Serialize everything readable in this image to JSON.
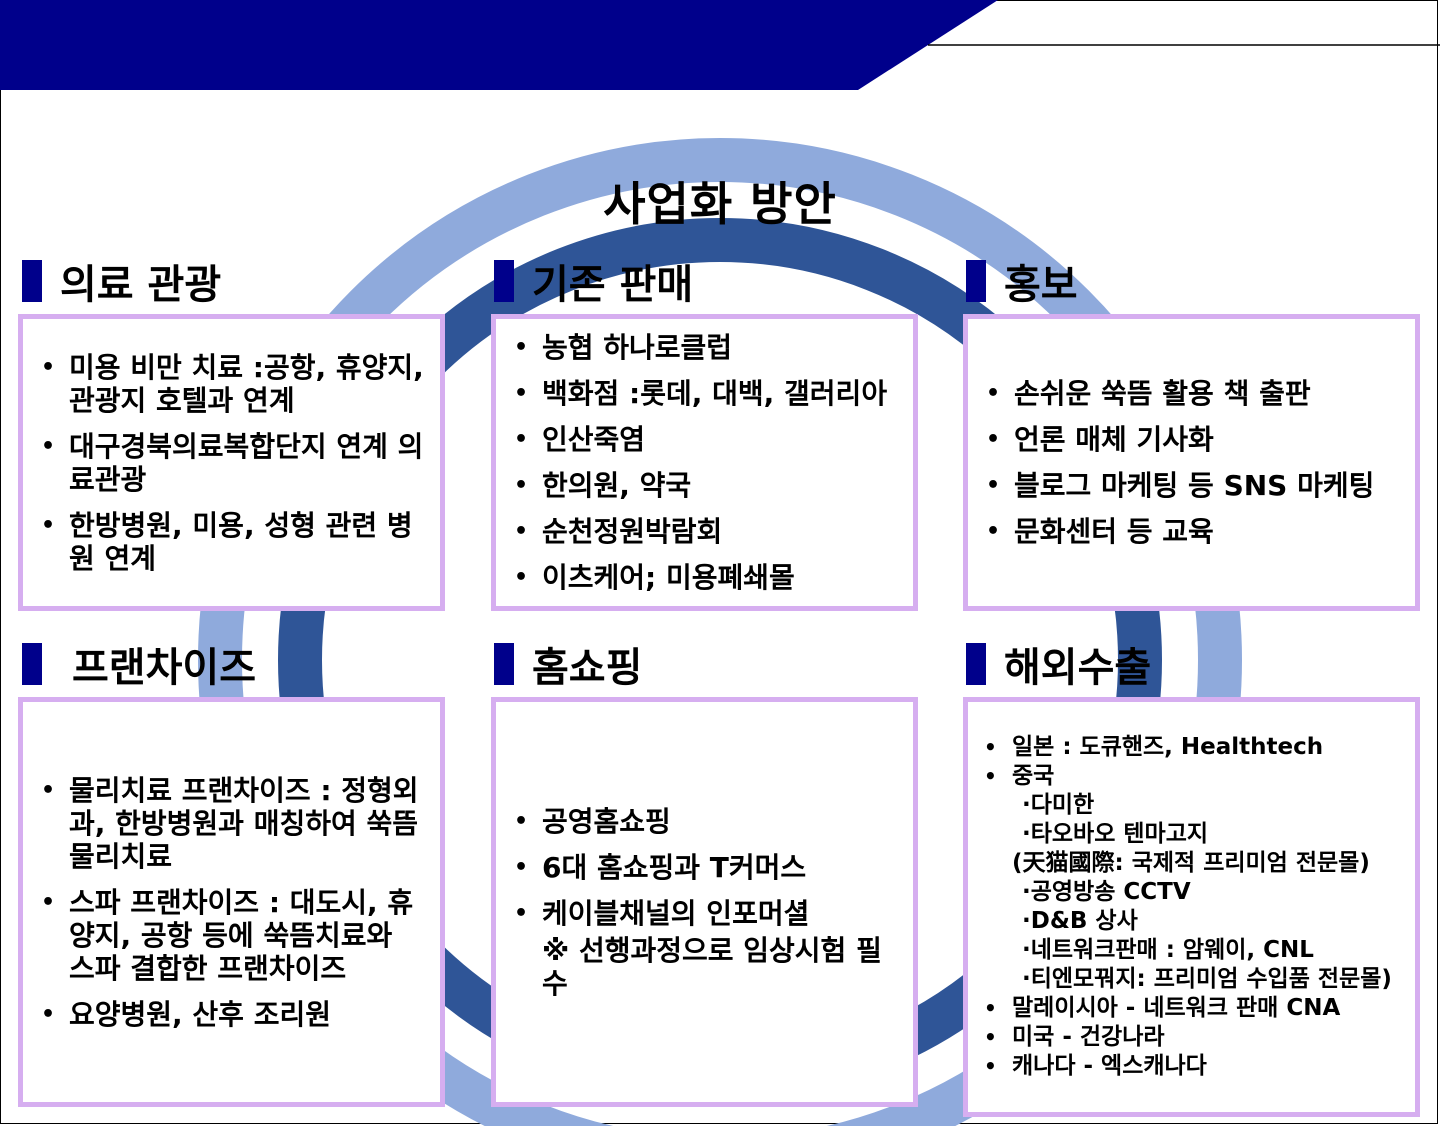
{
  "page": {
    "title": "사업화 방안"
  },
  "colors": {
    "navy": "#00008b",
    "box_border": "#d6aef0",
    "arc_light": "#8faadc",
    "arc_dark": "#2f5597"
  },
  "sections": {
    "medical_tourism": {
      "heading": "의료 관광",
      "items": [
        "미용 비만 치료 :공항, 휴양지, 관광지 호텔과 연계",
        "대구경북의료복합단지 연계 의료관광",
        "한방병원, 미용, 성형 관련 병원 연계"
      ]
    },
    "existing_sales": {
      "heading": "기존 판매",
      "items": [
        "농협 하나로클럽",
        "백화점 :롯데, 대백, 갤러리아",
        "인산죽염",
        "한의원, 약국",
        "순천정원박람회",
        "이츠케어; 미용폐쇄몰"
      ]
    },
    "promotion": {
      "heading": "홍보",
      "items": [
        "손쉬운 쑥뜸 활용 책 출판",
        "언론 매체 기사화",
        "블로그 마케팅 등 SNS 마케팅",
        "문화센터 등 교육"
      ]
    },
    "franchise": {
      "heading": "프랜차이즈",
      "items": [
        "물리치료 프랜차이즈 : 정형외과, 한방병원과 매칭하여 쑥뜸물리치료",
        "스파 프랜차이즈 : 대도시, 휴양지, 공항 등에 쑥뜸치료와 스파 결합한 프랜차이즈",
        "요양병원, 산후 조리원"
      ]
    },
    "home_shopping": {
      "heading": "홈쇼핑",
      "items": [
        "공영홈쇼핑",
        "6대 홈쇼핑과 T커머스",
        "케이블채널의 인포머셜"
      ],
      "note": "※ 선행과정으로 임상시험 필수"
    },
    "export": {
      "heading": "해외수출",
      "japan": "일본 : 도큐핸즈, Healthtech",
      "china": "중국",
      "china_sub": {
        "damihan": "·다미한",
        "taobao": "·타오바오 텐마고지",
        "tmall": "(天猫國際: 국제적 프리미엄 전문몰)",
        "cctv": "·공영방송 CCTV",
        "dnb": "·D&B 상사",
        "network": "·네트워크판매 : 암웨이, CNL",
        "tienmo": "·티엔모꿔지: 프리미엄 수입품 전문몰)"
      },
      "malaysia": "말레이시아 - 네트워크 판매 CNA",
      "usa": "미국 - 건강나라",
      "canada": "캐나다 - 엑스캐나다"
    }
  }
}
